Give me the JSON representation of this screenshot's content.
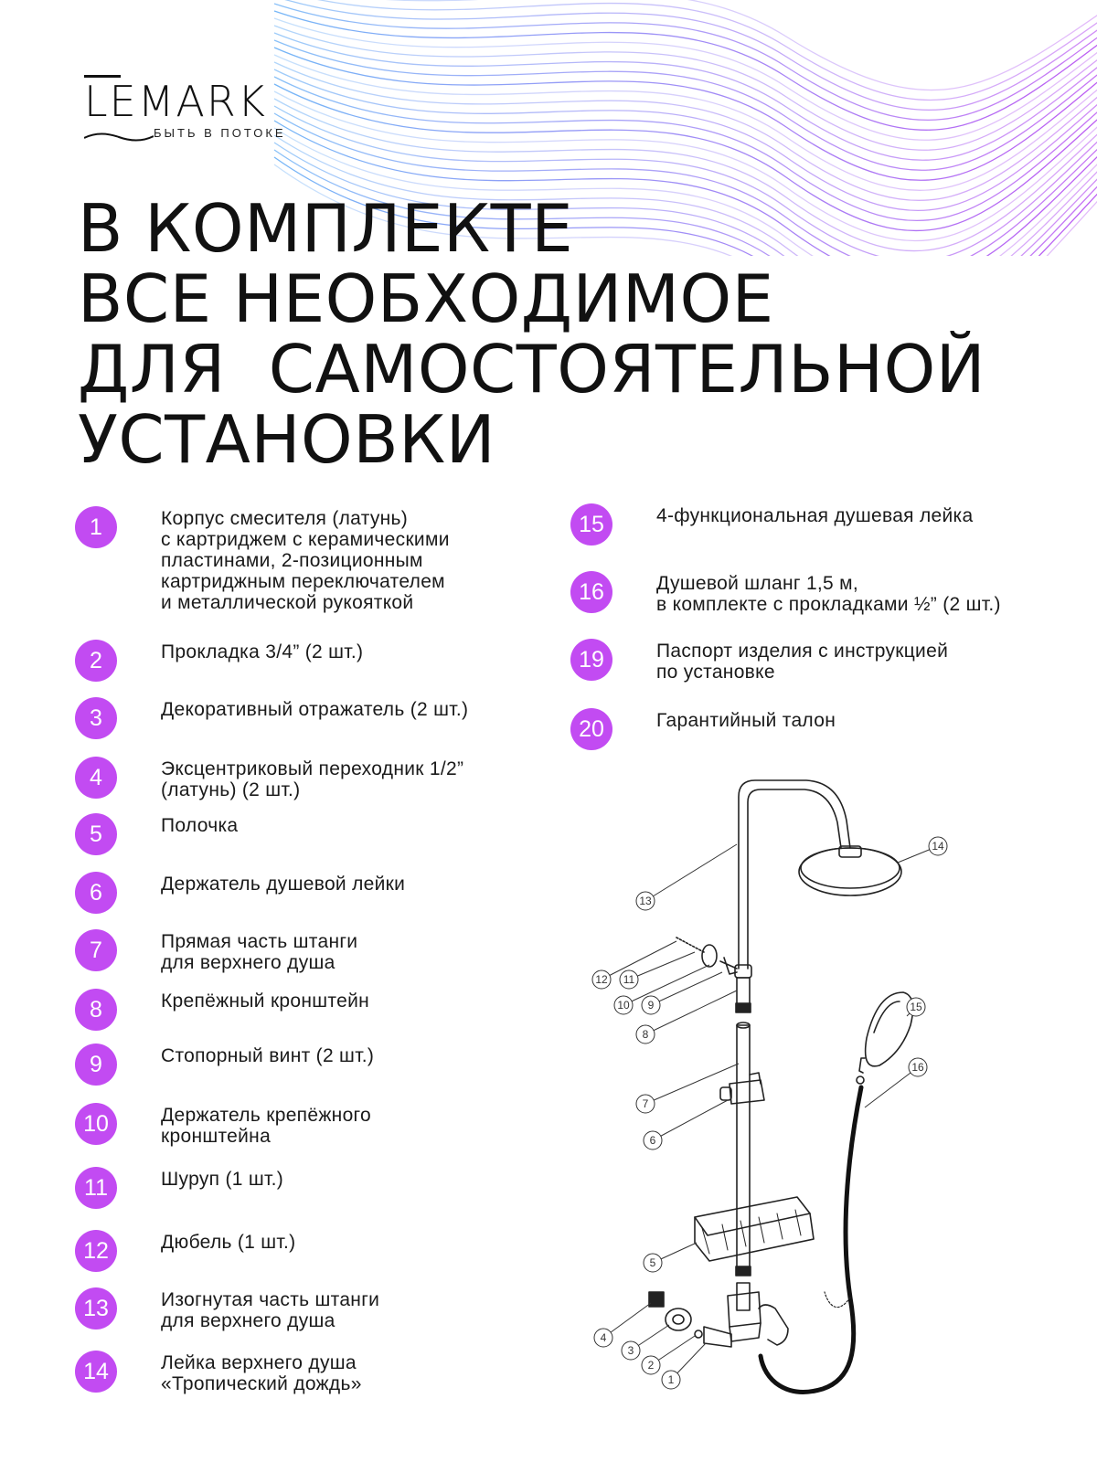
{
  "brand": {
    "name": "LEMARK",
    "tagline": "БЫТЬ В ПОТОКЕ"
  },
  "title_lines": [
    "В КОМПЛЕКТЕ",
    "ВСЕ НЕОБХОДИМОЕ",
    "ДЛЯ  САМОСТОЯТЕЛЬНОЙ",
    "УСТАНОВКИ"
  ],
  "colors": {
    "badge": "#c24bf2",
    "wave_blue": "#5aa8f5",
    "wave_purple": "#b03cf0"
  },
  "items_left": [
    {
      "num": "1",
      "lines": [
        "Корпус смесителя (латунь)",
        "с картриджем с керамическими",
        "пластинами, 2-позиционным",
        "картриджным переключателем",
        "и металлической рукояткой"
      ]
    },
    {
      "num": "2",
      "lines": [
        "Прокладка 3/4” (2 шт.)"
      ]
    },
    {
      "num": "3",
      "lines": [
        "Декоративный отражатель (2 шт.)"
      ]
    },
    {
      "num": "4",
      "lines": [
        "Эксцентриковый переходник 1/2”",
        "(латунь) (2 шт.)"
      ]
    },
    {
      "num": "5",
      "lines": [
        "Полочка"
      ]
    },
    {
      "num": "6",
      "lines": [
        "Держатель душевой лейки"
      ]
    },
    {
      "num": "7",
      "lines": [
        "Прямая часть штанги",
        "для верхнего душа"
      ]
    },
    {
      "num": "8",
      "lines": [
        "Крепёжный кронштейн"
      ]
    },
    {
      "num": "9",
      "lines": [
        "Стопорный винт (2 шт.)"
      ]
    },
    {
      "num": "10",
      "lines": [
        "Держатель крепёжного",
        "кронштейна"
      ]
    },
    {
      "num": "11",
      "lines": [
        "Шуруп (1 шт.)"
      ]
    },
    {
      "num": "12",
      "lines": [
        "Дюбель (1 шт.)"
      ]
    },
    {
      "num": "13",
      "lines": [
        "Изогнутая часть штанги",
        "для верхнего душа"
      ]
    },
    {
      "num": "14",
      "lines": [
        "Лейка верхнего душа",
        "«Тропический дождь»"
      ]
    }
  ],
  "items_right": [
    {
      "num": "15",
      "lines": [
        "4-функциональная душевая лейка"
      ]
    },
    {
      "num": "16",
      "lines": [
        "Душевой шланг 1,5 м,",
        "в комплекте с прокладками ½” (2 шт.)"
      ]
    },
    {
      "num": "19",
      "lines": [
        "Паспорт изделия с инструкцией",
        "по установке"
      ]
    },
    {
      "num": "20",
      "lines": [
        "Гарантийный талон"
      ]
    }
  ],
  "diagram": {
    "callouts": [
      "1",
      "2",
      "3",
      "4",
      "5",
      "6",
      "7",
      "8",
      "9",
      "10",
      "11",
      "12",
      "13",
      "14",
      "15",
      "16"
    ]
  }
}
